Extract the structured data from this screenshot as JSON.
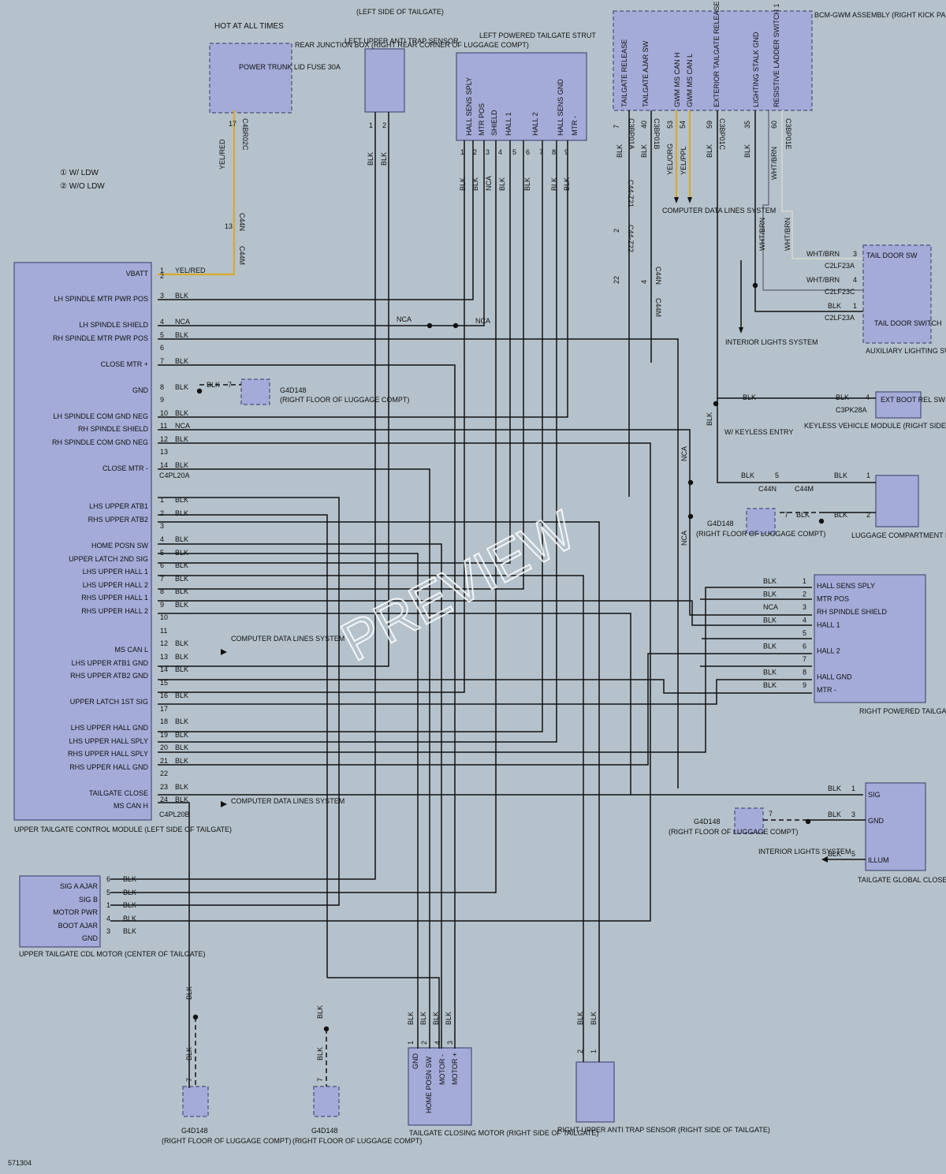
{
  "legend": {
    "one": "W/ LDW",
    "two": "W/O LDW"
  },
  "hot_at_all_times": "HOT AT ALL TIMES",
  "fuse": {
    "label": "POWER TRUNK LID FUSE 30A",
    "location": "REAR JUNCTION BOX (RIGHT REAR CORNER OF LUGGAGE COMPT)",
    "pin": "17",
    "connector": "C4BR02C",
    "wire": "YEL/RED",
    "c44n_pin": "13",
    "c44n": "C44N",
    "c44m": "C44M"
  },
  "left_anti_trap": {
    "location": "(LEFT SIDE OF TAILGATE)",
    "title": "LEFT UPPER ANTI TRAP SENSOR",
    "pins": [
      "1",
      "2"
    ],
    "wires": [
      "BLK",
      "BLK"
    ]
  },
  "left_strut": {
    "title": "LEFT POWERED TAILGATE STRUT",
    "pins": [
      "HALL SENS SPLY",
      "MTR POS",
      "SHIELD",
      "HALL 1",
      "",
      "HALL 2",
      "",
      "HALL SENS GND",
      "MTR -"
    ],
    "numbers": [
      "1",
      "2",
      "3",
      "4",
      "5",
      "6",
      "7",
      "8",
      "9"
    ],
    "wires": [
      "BLK",
      "BLK",
      "NCA",
      "BLK",
      "",
      "BLK",
      "",
      "BLK",
      "BLK"
    ]
  },
  "bcm": {
    "title": "BCM-GWM ASSEMBLY (RIGHT KICK PANEL)",
    "pins": [
      "TAILGATE RELEASE",
      "TAILGATE AJAR SW",
      "GWM MS CAN H",
      "GWM MS CAN L",
      "EXTERIOR TAILGATE RELEASE SWITCH",
      "LIGHTING STALK GND",
      "RESISTIVE LADDER SWITCH 1"
    ],
    "numbers": [
      "7",
      "40",
      "53",
      "54",
      "59",
      "35",
      "60"
    ],
    "wires": [
      "BLK",
      "BLK",
      "YEL/ORG",
      "YEL/PPL",
      "BLK",
      "BLK",
      "WHT/BRN"
    ],
    "connectors": [
      "C3BP01A",
      "C3BP01B",
      "C3BP01C",
      "C3BP01E"
    ]
  },
  "computer_data_lines": "COMPUTER DATA LINES SYSTEM",
  "inline": {
    "c44z21": "C44-Z21",
    "c44z22": "C44-Z22",
    "c44n": "C44N",
    "c44m": "C44M",
    "n2": "2",
    "n22": "22",
    "n4": "4",
    "nca": "NCA"
  },
  "module": {
    "title": "UPPER TAILGATE CONTROL MODULE (LEFT SIDE OF TAILGATE)",
    "connector_a": "C4PL20A",
    "connector_b": "C4PL20B",
    "pins_a": [
      {
        "n": "1",
        "label": "VBATT",
        "wire": "YEL/RED"
      },
      {
        "n": "2",
        "label": "",
        "wire": ""
      },
      {
        "n": "3",
        "label": "LH SPINDLE MTR PWR POS",
        "wire": "BLK"
      },
      {
        "n": "4",
        "label": "LH SPINDLE SHIELD",
        "wire": "NCA"
      },
      {
        "n": "5",
        "label": "RH SPINDLE MTR PWR POS",
        "wire": "BLK"
      },
      {
        "n": "6",
        "label": "",
        "wire": ""
      },
      {
        "n": "7",
        "label": "CLOSE MTR +",
        "wire": "BLK"
      },
      {
        "n": "8",
        "label": "GND",
        "wire": "BLK"
      },
      {
        "n": "9",
        "label": "",
        "wire": ""
      },
      {
        "n": "10",
        "label": "LH SPINDLE COM GND NEG",
        "wire": "BLK"
      },
      {
        "n": "11",
        "label": "RH SPINDLE SHIELD",
        "wire": "NCA"
      },
      {
        "n": "12",
        "label": "RH SPINDLE COM GND NEG",
        "wire": "BLK"
      },
      {
        "n": "13",
        "label": "",
        "wire": ""
      },
      {
        "n": "14",
        "label": "CLOSE MTR -",
        "wire": "BLK"
      }
    ],
    "pins_b": [
      {
        "n": "1",
        "label": "LHS UPPER ATB1",
        "wire": "BLK"
      },
      {
        "n": "2",
        "label": "RHS UPPER ATB2",
        "wire": "BLK"
      },
      {
        "n": "3",
        "label": "",
        "wire": ""
      },
      {
        "n": "4",
        "label": "HOME POSN SW",
        "wire": "BLK"
      },
      {
        "n": "5",
        "label": "UPPER LATCH 2ND SIG",
        "wire": "BLK"
      },
      {
        "n": "6",
        "label": "LHS UPPER HALL 1",
        "wire": "BLK"
      },
      {
        "n": "7",
        "label": "LHS UPPER HALL 2",
        "wire": "BLK"
      },
      {
        "n": "8",
        "label": "RHS UPPER HALL 1",
        "wire": "BLK"
      },
      {
        "n": "9",
        "label": "RHS UPPER HALL 2",
        "wire": "BLK"
      },
      {
        "n": "10",
        "label": "",
        "wire": ""
      },
      {
        "n": "11",
        "label": "",
        "wire": ""
      },
      {
        "n": "12",
        "label": "MS CAN L",
        "wire": "BLK"
      },
      {
        "n": "13",
        "label": "LHS UPPER ATB1 GND",
        "wire": "BLK"
      },
      {
        "n": "14",
        "label": "RHS UPPER ATB2 GND",
        "wire": "BLK"
      },
      {
        "n": "15",
        "label": "",
        "wire": ""
      },
      {
        "n": "16",
        "label": "UPPER LATCH 1ST SIG",
        "wire": "BLK"
      },
      {
        "n": "17",
        "label": "",
        "wire": ""
      },
      {
        "n": "18",
        "label": "LHS UPPER HALL GND",
        "wire": "BLK"
      },
      {
        "n": "19",
        "label": "LHS UPPER HALL SPLY",
        "wire": "BLK"
      },
      {
        "n": "20",
        "label": "RHS UPPER HALL SPLY",
        "wire": "BLK"
      },
      {
        "n": "21",
        "label": "RHS UPPER HALL GND",
        "wire": "BLK"
      },
      {
        "n": "22",
        "label": "",
        "wire": ""
      },
      {
        "n": "23",
        "label": "TAILGATE CLOSE",
        "wire": "BLK"
      },
      {
        "n": "24",
        "label": "MS CAN H",
        "wire": "BLK"
      }
    ]
  },
  "ground_g4d148": {
    "name": "G4D148",
    "location": "(RIGHT FLOOR OF LUGGAGE COMPT)",
    "wire": "BLK",
    "pin": "7",
    "location_alt": "(RIGHT FLOOR OF LUGGAGE COMPT)"
  },
  "tail_door": {
    "title": "TAIL DOOR SW",
    "switch": "TAIL DOOR SWITCH",
    "group": "AUXILIARY LIGHTING SWITCH",
    "rows": [
      {
        "wire": "WHT/BRN",
        "pin": "3",
        "conn": "C2LF23A"
      },
      {
        "wire": "WHT/BRN",
        "pin": "4",
        "conn": "C2LF23C"
      },
      {
        "wire": "BLK",
        "pin": "1",
        "conn": "C2LF23A"
      }
    ],
    "bcm_wires": [
      "WHT/BRN",
      "WHT/BRN"
    ]
  },
  "interior_lights": "INTERIOR LIGHTS SYSTEM",
  "keyless": {
    "label": "EXT BOOT REL SW",
    "title": "KEYLESS VEHICLE MODULE (RIGHT SIDE OF LUGGAGE COMPT)",
    "pin": "4",
    "wire": "BLK",
    "conn": "C3PK28A",
    "option": "W/ KEYLESS ENTRY",
    "down_wire": "BLK"
  },
  "luggage_switch": {
    "title": "LUGGAGE COMPARTMENT RELEASE SWITCH",
    "pins": [
      "1",
      "2"
    ],
    "wire": "BLK",
    "c44_pin": "5",
    "c44n": "C44N",
    "c44m": "C44M",
    "ground_pin": "7"
  },
  "right_strut": {
    "title": "RIGHT POWERED TAILGATE STRUT",
    "pins": [
      {
        "n": "1",
        "label": "HALL SENS SPLY",
        "wire": "BLK"
      },
      {
        "n": "2",
        "label": "MTR POS",
        "wire": "BLK"
      },
      {
        "n": "3",
        "label": "RH SPINDLE SHIELD",
        "wire": "NCA"
      },
      {
        "n": "4",
        "label": "HALL 1",
        "wire": "BLK"
      },
      {
        "n": "5",
        "label": "",
        "wire": ""
      },
      {
        "n": "6",
        "label": "HALL 2",
        "wire": "BLK"
      },
      {
        "n": "7",
        "label": "",
        "wire": ""
      },
      {
        "n": "8",
        "label": "HALL GND",
        "wire": "BLK"
      },
      {
        "n": "9",
        "label": "MTR -",
        "wire": "BLK"
      }
    ],
    "nca_wire": "NCA"
  },
  "global_close": {
    "title": "TAILGATE GLOBAL CLOSE SWITCH (CENTER OF TAILGATE)",
    "pins": [
      {
        "n": "1",
        "label": "SIG",
        "wire": "BLK"
      },
      {
        "n": "3",
        "label": "GND",
        "wire": "BLK"
      },
      {
        "n": "5",
        "label": "ILLUM",
        "wire": "BLK"
      }
    ]
  },
  "cdl_motor": {
    "title": "UPPER TAILGATE CDL MOTOR (CENTER OF TAILGATE)",
    "pins": [
      {
        "n": "6",
        "label": "SIG A AJAR",
        "wire": "BLK"
      },
      {
        "n": "5",
        "label": "SIG B",
        "wire": "BLK"
      },
      {
        "n": "1",
        "label": "MOTOR PWR",
        "wire": "BLK"
      },
      {
        "n": "4",
        "label": "BOOT AJAR",
        "wire": "BLK"
      },
      {
        "n": "3",
        "label": "GND",
        "wire": "BLK"
      }
    ]
  },
  "closing_motor": {
    "title": "TAILGATE CLOSING MOTOR (RIGHT SIDE OF TAILGATE)",
    "pins": [
      "GND",
      "HOME POSN SW",
      "MOTOR -",
      "MOTOR +"
    ],
    "numbers": [
      "1",
      "2",
      "4",
      "3"
    ],
    "wires": [
      "BLK",
      "BLK",
      "BLK",
      "BLK"
    ]
  },
  "right_anti_trap": {
    "title": "RIGHT UPPER ANTI TRAP SENSOR (RIGHT SIDE OF TAILGATE)",
    "pins": [
      "2",
      "1"
    ],
    "wires": [
      "BLK",
      "BLK"
    ]
  },
  "watermark": "PREVIEW",
  "figure_id": "571304"
}
